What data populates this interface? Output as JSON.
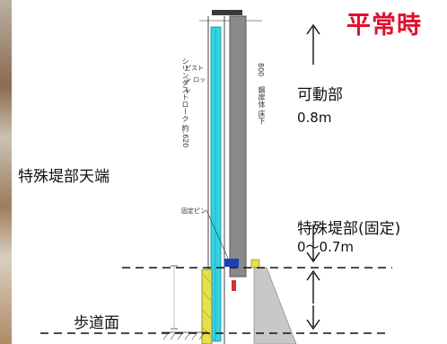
{
  "title": "平常時",
  "labels": {
    "crest": "特殊堤部天端",
    "movable": "可動部",
    "movable_height": "0.8m",
    "fixed": "特殊堤部(固定)",
    "fixed_height": "0〜0.7m",
    "sidewalk": "歩道面"
  },
  "drawing_text": {
    "cylinder_stroke": "シリンダストローク 約.620",
    "piston_rod": "ピストン ロッド",
    "fixing_pin": "固定ピン",
    "gate_800": "800",
    "gate_note": "鋼扉体 床下"
  },
  "colors": {
    "title": "#e0102c",
    "cylinder": "#33d4e4",
    "fixed_wall": "#e6e04a",
    "gate": "#8a8a8a"
  }
}
